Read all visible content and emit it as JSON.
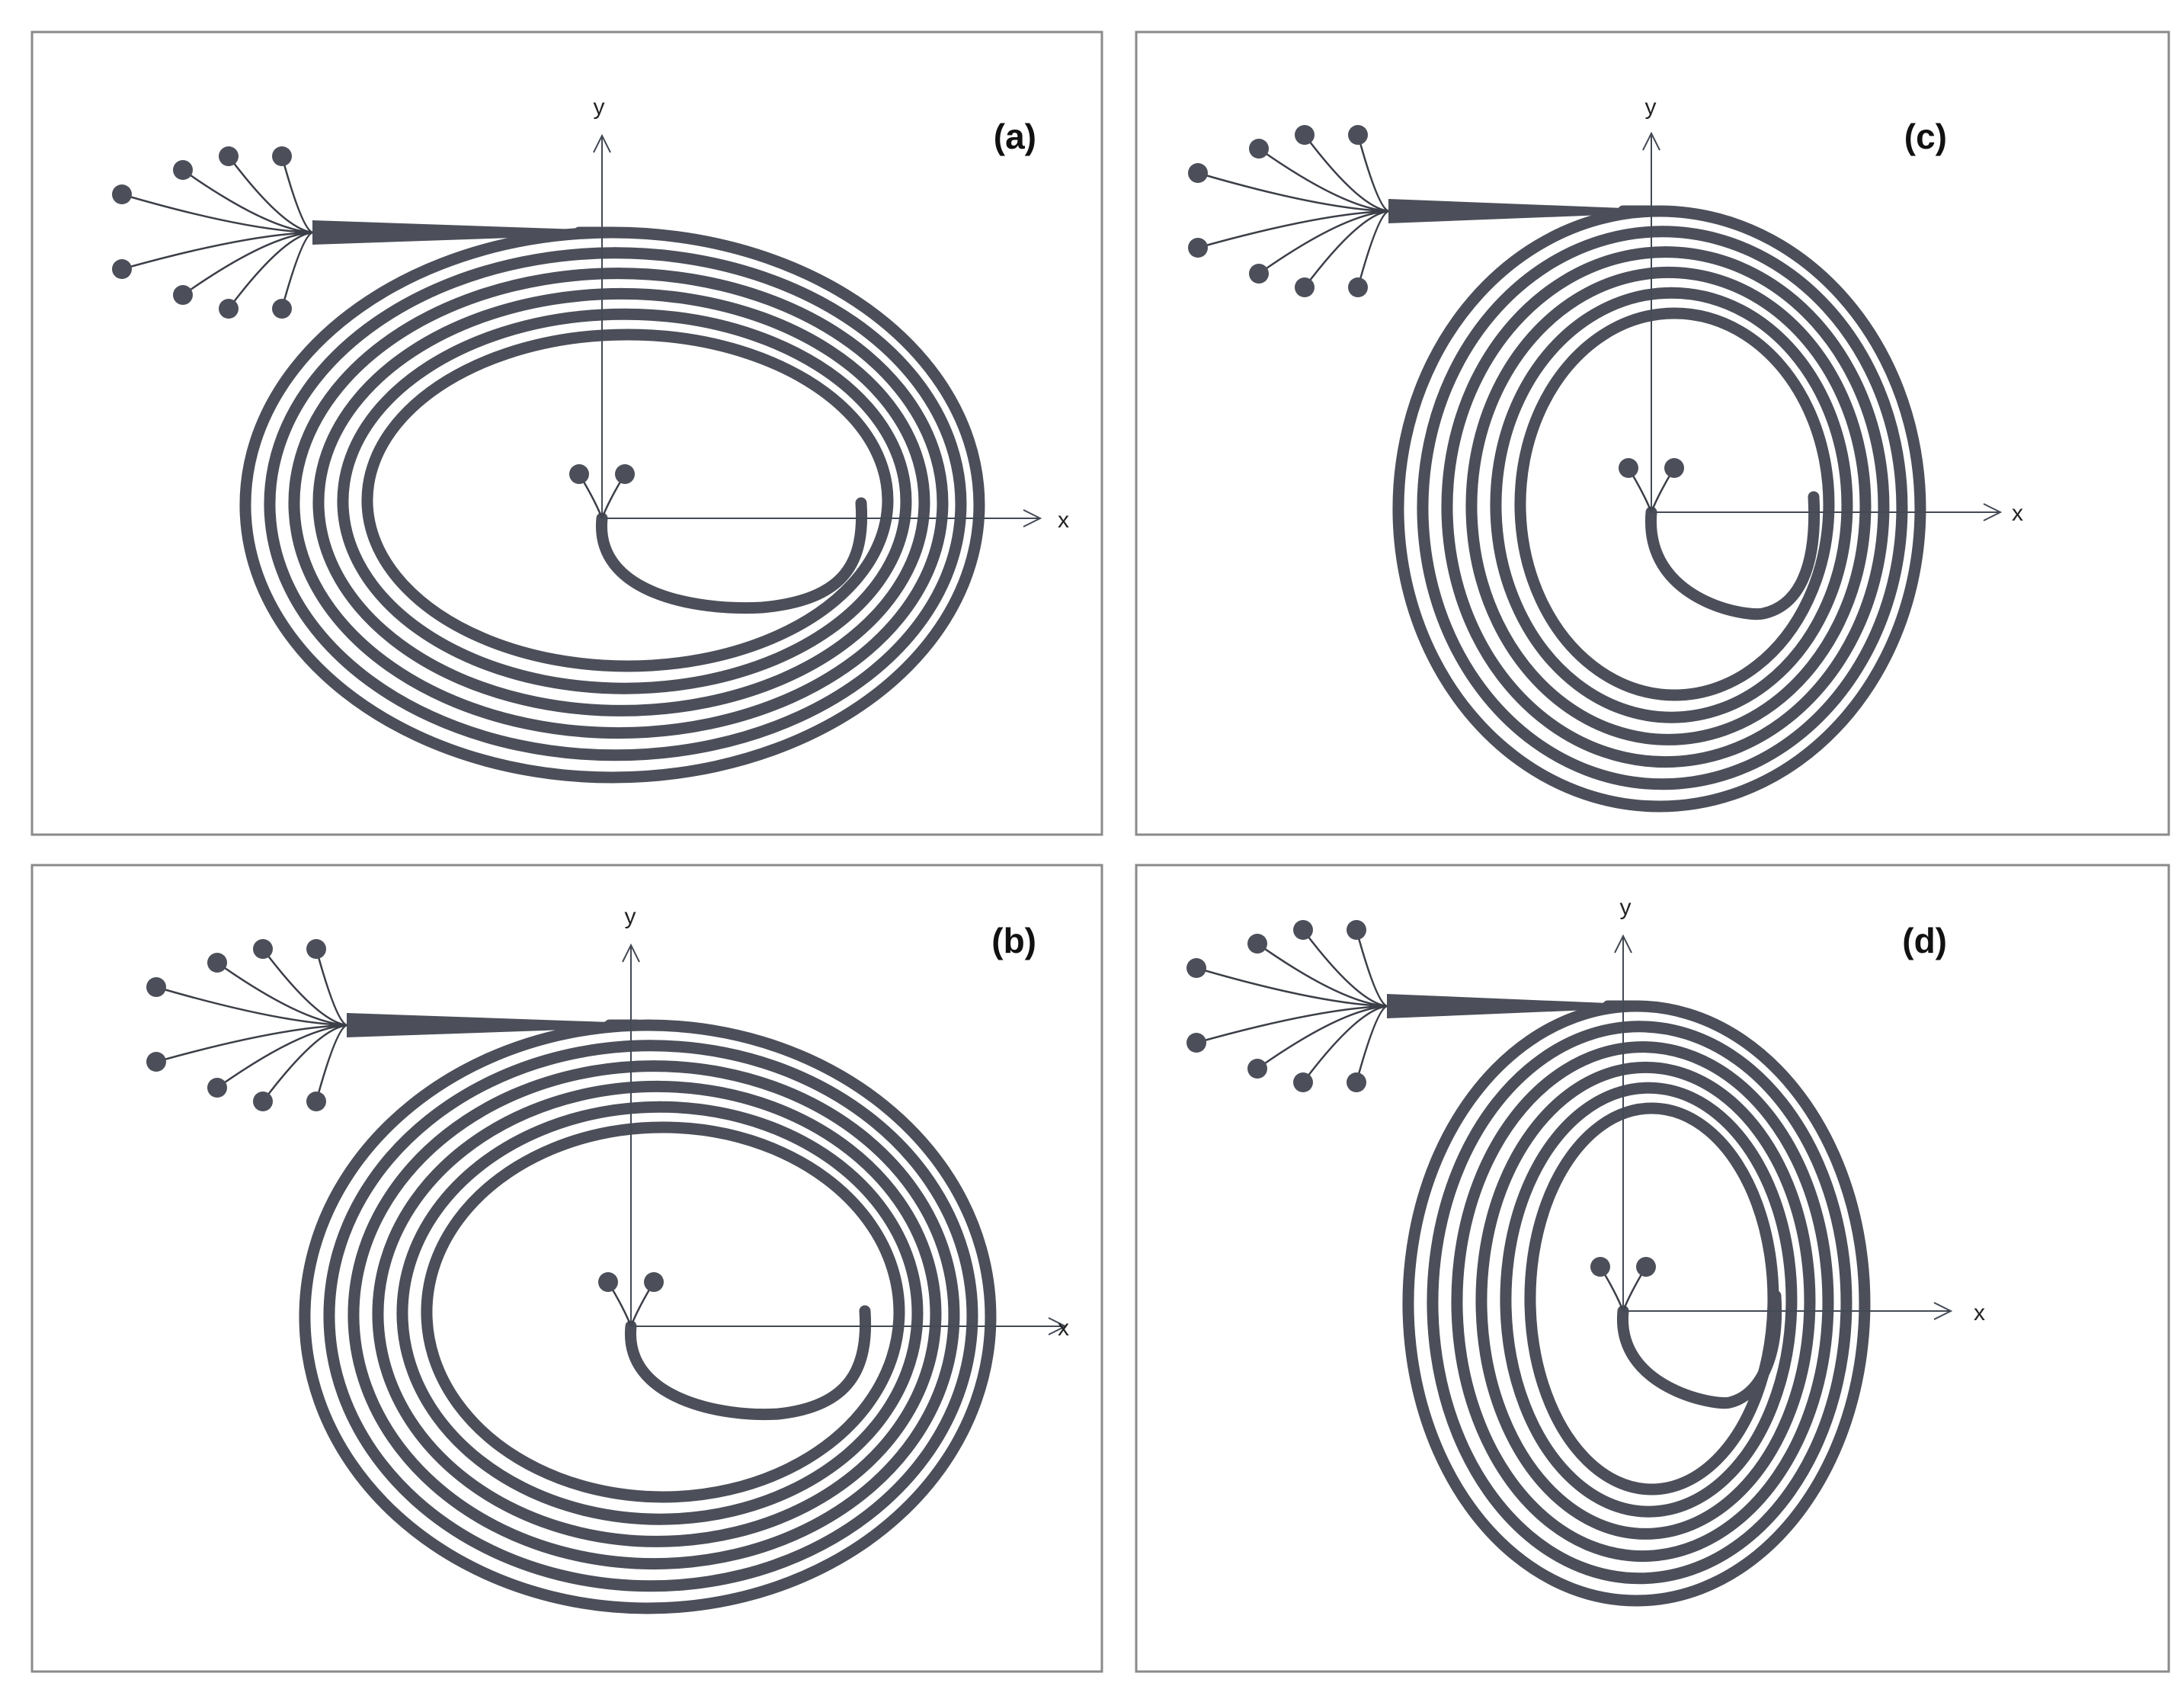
{
  "figure": {
    "panels": [
      {
        "id": "a",
        "label": "(a)",
        "x_axis_label": "x",
        "y_axis_label": "y"
      },
      {
        "id": "b",
        "label": "(b)",
        "x_axis_label": "x",
        "y_axis_label": "y"
      },
      {
        "id": "c",
        "label": "(c)",
        "x_axis_label": "x",
        "y_axis_label": "y"
      },
      {
        "id": "d",
        "label": "(d)",
        "x_axis_label": "x",
        "y_axis_label": "y"
      }
    ]
  },
  "colors": {
    "coil": "#4c4f59",
    "axis": "#444a55",
    "frame": "#8a8a8a",
    "background": "#ffffff"
  }
}
